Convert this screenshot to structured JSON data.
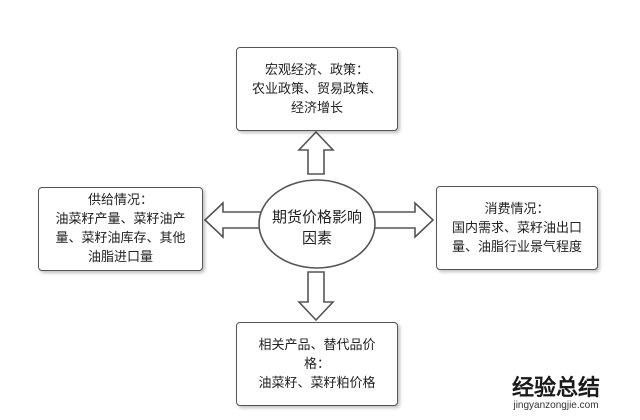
{
  "center": {
    "lines": [
      "期货价格影响",
      "因素"
    ]
  },
  "boxes": {
    "top": {
      "lines": [
        "宏观经济、政策：",
        "农业政策、贸易政策、",
        "经济增长"
      ]
    },
    "left": {
      "lines": [
        "供给情况：",
        "油菜籽产量、菜籽油产",
        "量、菜籽油库存、其他",
        "油脂进口量"
      ]
    },
    "right": {
      "lines": [
        "消费情况：",
        "国内需求、菜籽油出口",
        "量、油脂行业景气程度"
      ]
    },
    "bottom": {
      "lines": [
        "相关产品、替代品价",
        "格：",
        "油菜籽、菜籽粕价格"
      ]
    }
  },
  "watermark": {
    "logo": "经验总结",
    "url": "jingyanzongjie.com"
  },
  "colors": {
    "stroke": "#555555",
    "fill": "#ffffff",
    "text": "#222222"
  }
}
